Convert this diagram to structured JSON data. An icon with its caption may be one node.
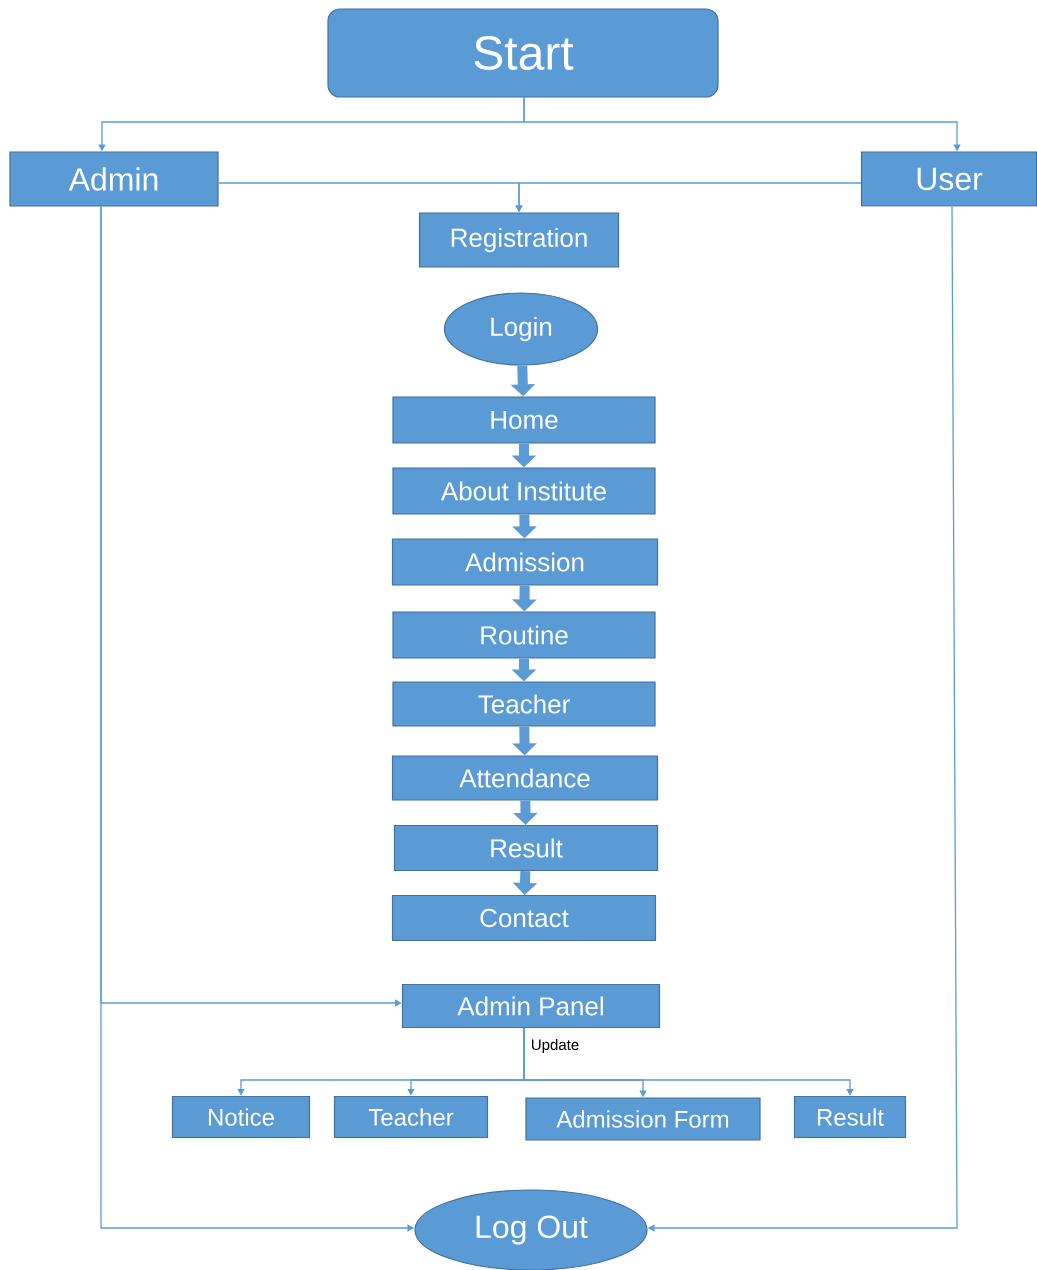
{
  "diagram": {
    "nodes": [
      {
        "text": [
          "Start"
        ]
      },
      {
        "text": [
          "Admin"
        ]
      },
      {
        "text": [
          "User"
        ]
      },
      {
        "text": [
          "Registration"
        ]
      },
      {
        "text": [
          "Login"
        ]
      },
      {
        "text": [
          "Home"
        ]
      },
      {
        "text": [
          "About Institute"
        ]
      },
      {
        "text": [
          "Admission"
        ]
      },
      {
        "text": [
          "Routine"
        ]
      },
      {
        "text": [
          "Teacher"
        ]
      },
      {
        "text": [
          "Attendance"
        ]
      },
      {
        "text": [
          "Result"
        ]
      },
      {
        "text": [
          "Contact"
        ]
      },
      {
        "text": [
          "Admin Panel"
        ]
      },
      {
        "text": [
          "Notice"
        ]
      },
      {
        "text": [
          "Teacher"
        ]
      },
      {
        "text": [
          "Admission Form"
        ]
      },
      {
        "text": [
          "Result"
        ]
      },
      {
        "text": [
          "Log Out"
        ]
      }
    ],
    "edges": [
      {
        "from": 0,
        "to": 1,
        "arrow": "to"
      },
      {
        "from": 0,
        "to": 2,
        "arrow": "to"
      },
      {
        "from": 1,
        "to": 3,
        "arrow": "to"
      },
      {
        "from": 2,
        "to": 3,
        "arrow": "to"
      },
      {
        "from": 4,
        "to": 5,
        "arrow": "to",
        "style": "thick"
      },
      {
        "from": 5,
        "to": 6,
        "arrow": "to",
        "style": "thick"
      },
      {
        "from": 6,
        "to": 7,
        "arrow": "to",
        "style": "thick"
      },
      {
        "from": 7,
        "to": 8,
        "arrow": "to",
        "style": "thick"
      },
      {
        "from": 8,
        "to": 9,
        "arrow": "to",
        "style": "thick"
      },
      {
        "from": 9,
        "to": 10,
        "arrow": "to",
        "style": "thick"
      },
      {
        "from": 10,
        "to": 11,
        "arrow": "to",
        "style": "thick"
      },
      {
        "from": 11,
        "to": 12,
        "arrow": "to",
        "style": "thick"
      },
      {
        "from": 1,
        "to": 13,
        "arrow": "to"
      },
      {
        "from": 1,
        "to": 18,
        "arrow": "to"
      },
      {
        "from": 2,
        "to": 18,
        "arrow": "to"
      },
      {
        "from": 13,
        "to": 14,
        "arrow": "to",
        "label": "Update"
      },
      {
        "from": 13,
        "to": 15,
        "arrow": "to"
      },
      {
        "from": 13,
        "to": 16,
        "arrow": "to"
      },
      {
        "from": 13,
        "to": 17,
        "arrow": "to"
      }
    ]
  }
}
